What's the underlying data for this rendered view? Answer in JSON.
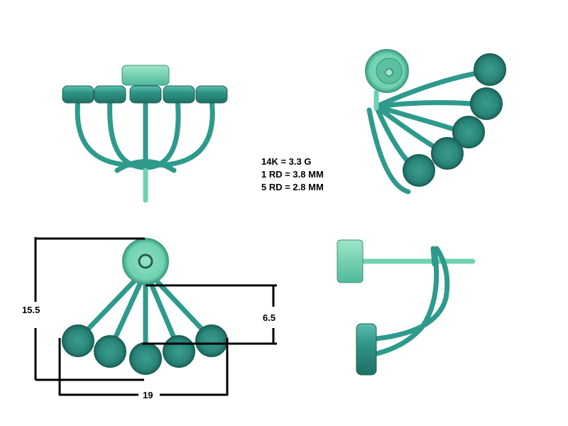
{
  "specs": {
    "weight": "14K = 3.3 G",
    "center_stone": "1 RD = 3.8 MM",
    "side_stones": "5 RD = 2.8 MM"
  },
  "dimensions": {
    "height": "15.5",
    "drop": "6.5",
    "width": "19"
  },
  "colors": {
    "metal_dark": "#2a8679",
    "metal_light": "#6fd1b0",
    "line": "#000000"
  }
}
